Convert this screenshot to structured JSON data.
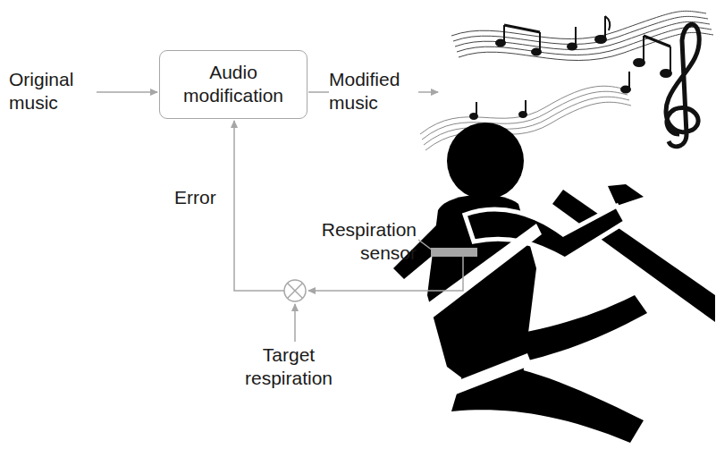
{
  "diagram": {
    "nodes": [
      {
        "text": [
          "Audio modification"
        ]
      }
    ],
    "labels": [
      "Original music",
      "Modified music",
      "Error",
      "Respiration sensor",
      "Target respiration"
    ]
  }
}
